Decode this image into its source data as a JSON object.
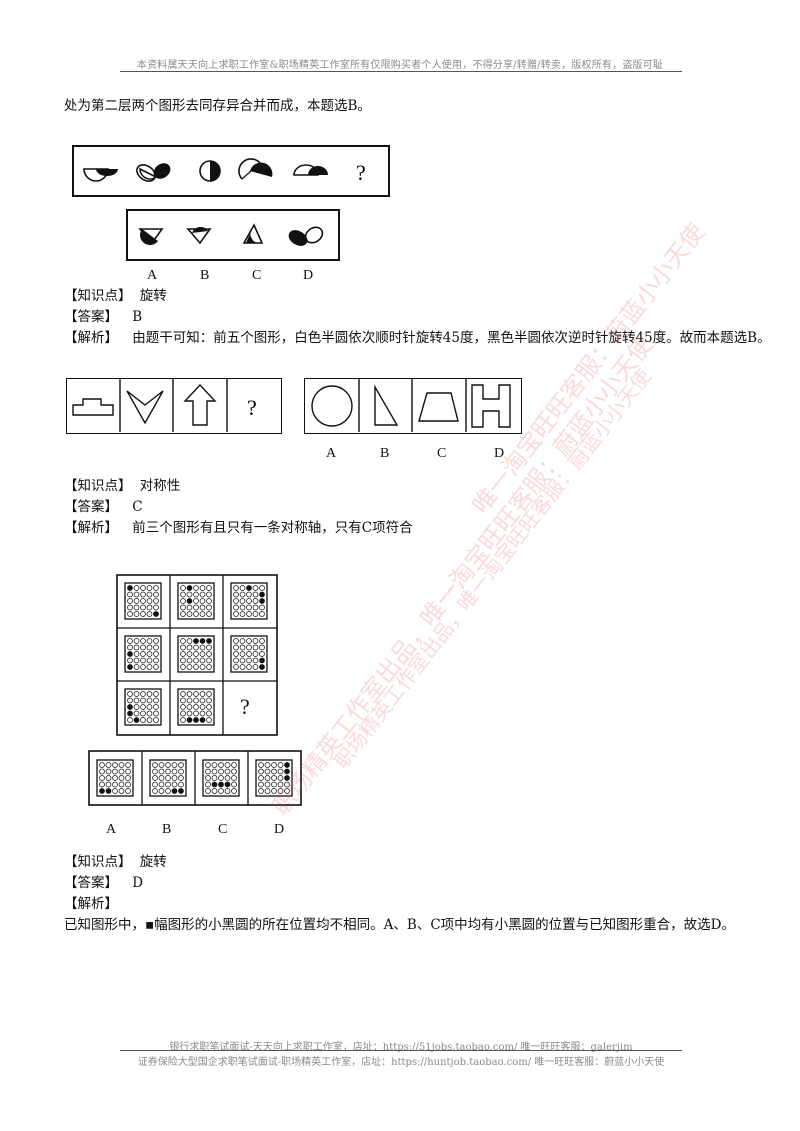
{
  "header": {
    "notice": "本资料属天天向上求职工作室&职场精英工作室所有仅限购买者个人使用，不得分享/转赠/转卖，版权所有，盗版可耻"
  },
  "intro_line": "处为第二层两个图形去同存异合并而成，本题选B。",
  "labels": {
    "knowledge": "【知识点】",
    "answer": "【答案】",
    "analysis": "【解析】"
  },
  "questions": [
    {
      "knowledge": "旋转",
      "answer": "B",
      "analysis": "由题干可知：前五个图形，白色半圆依次顺时针旋转45度，黑色半圆依次逆时针旋转45度。故而本题选B。",
      "question_mark": "?",
      "options": [
        "A",
        "B",
        "C",
        "D"
      ]
    },
    {
      "knowledge": "对称性",
      "answer": "C",
      "analysis": "前三个图形有且只有一条对称轴，只有C项符合",
      "question_mark": "?",
      "options": [
        "A",
        "B",
        "C",
        "D"
      ]
    },
    {
      "knowledge": "旋转",
      "answer": "D",
      "analysis": "",
      "analysis_text": "已知图形中，▪幅图形的小黑圆的所在位置均不相同。A、B、C项中均有小黑圆的位置与已知图形重合，故选D。",
      "question_mark": "?",
      "options": [
        "A",
        "B",
        "C",
        "D"
      ]
    }
  ],
  "footer": {
    "line1": "银行求职笔试面试-天天向上求职工作室，店址：https://51jobs.taobao.com/ 唯一旺旺客服：galerjim",
    "line2": "证券保险大型国企求职笔试面试-职场精英工作室，店址：https://huntjob.taobao.com/ 唯一旺旺客服：蔚蓝小小天使"
  },
  "watermarks": [
    "唯一淘宝旺旺客服：蔚蓝小小天使",
    "职场精英工作室出品，唯一淘宝旺旺客服：蔚蓝小小天使",
    "职场精英工作室出品，唯一淘宝旺旺客服：蔚蓝小小天使"
  ]
}
